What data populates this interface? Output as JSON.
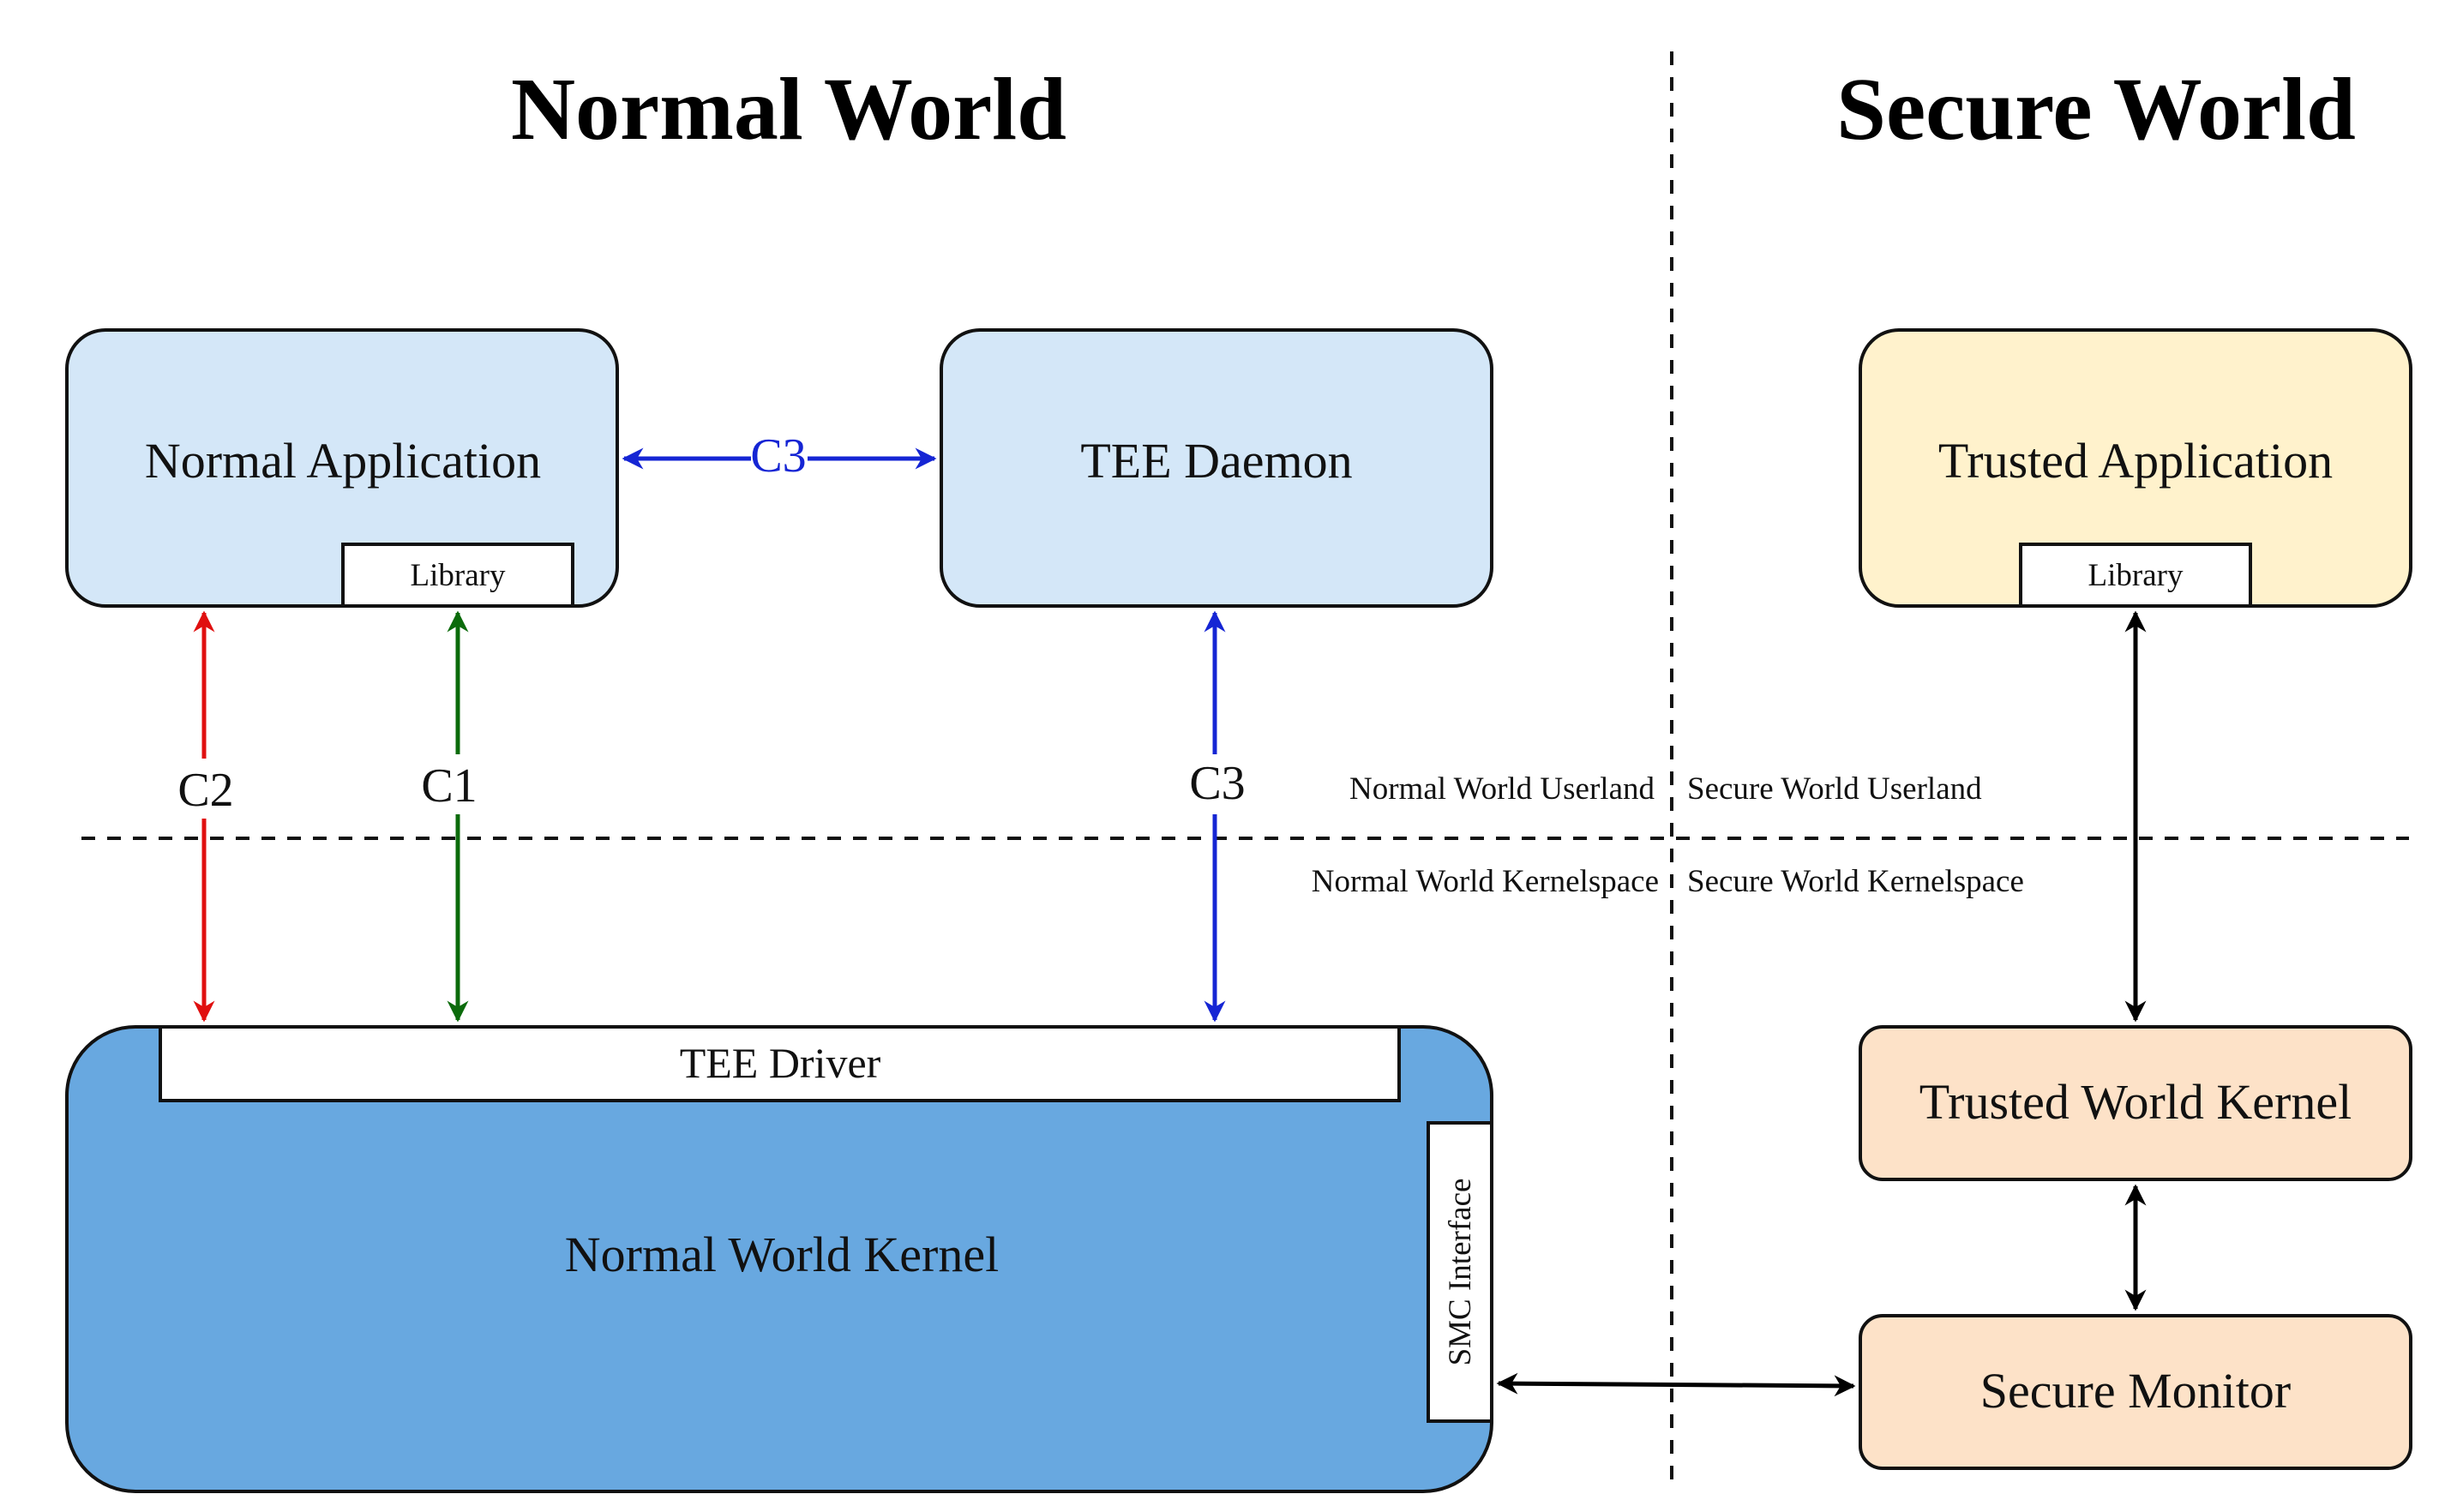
{
  "titles": {
    "normal_world": "Normal World",
    "secure_world": "Secure World"
  },
  "boxes": {
    "normal_application": "Normal Application",
    "normal_app_library": "Library",
    "tee_daemon": "TEE Daemon",
    "trusted_application": "Trusted Application",
    "trusted_app_library": "Library",
    "tee_driver": "TEE Driver",
    "normal_world_kernel": "Normal World Kernel",
    "smc_interface": "SMC Interface",
    "trusted_world_kernel": "Trusted World Kernel",
    "secure_monitor": "Secure Monitor"
  },
  "regions": {
    "normal_userland": "Normal World Userland",
    "secure_userland": "Secure World Userland",
    "normal_kernelspace": "Normal World Kernelspace",
    "secure_kernelspace": "Secure World Kernelspace"
  },
  "connections": {
    "c3_top": "C3",
    "c2": "C2",
    "c1": "C1",
    "c3_right": "C3"
  },
  "colors": {
    "user_box_fill": "#d4e7f8",
    "kernel_box_fill": "#68a8e0",
    "trusted_app_fill": "#fff2cc",
    "secure_box_fill": "#fde2c8",
    "c1_color": "#0b6b0b",
    "c2_color": "#e01010",
    "c3_color": "#1525d4",
    "secure_arrow_color": "#000000"
  }
}
